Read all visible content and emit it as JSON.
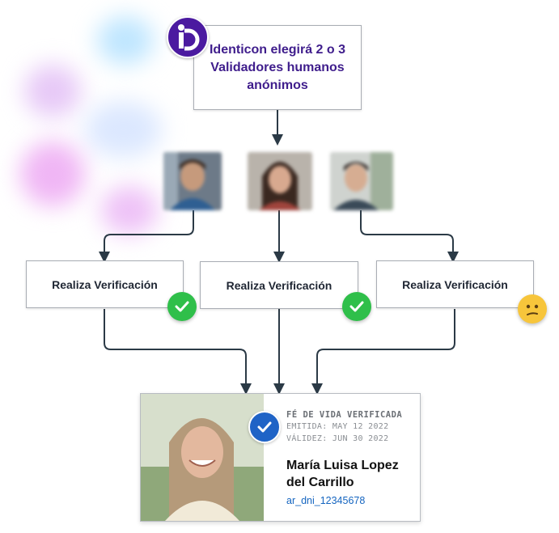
{
  "header": {
    "title": "Identicon elegirá 2 o 3\nValidadores humanos\nanónimos",
    "logo_icon": "identicon-logo-icon"
  },
  "steps": [
    {
      "label": "Realiza Verificación",
      "status": "approved",
      "badge_icon": "check-icon",
      "badge_color": "#2fbf4a"
    },
    {
      "label": "Realiza Verificación",
      "status": "approved",
      "badge_icon": "check-icon",
      "badge_color": "#2fbf4a"
    },
    {
      "label": "Realiza Verificación",
      "status": "unsure",
      "badge_icon": "confused-face-icon",
      "badge_color": "#f7c53b"
    }
  ],
  "card": {
    "heading": "FÉ DE VIDA VERIFICADA",
    "issued": "EMITIDA: MAY 12 2022",
    "valid": "VÁLIDEZ: JUN 30 2022",
    "name": "María Luisa Lopez del Carrillo",
    "id": "ar_dni_12345678",
    "verified_icon": "verified-check-icon"
  },
  "colors": {
    "accent_purple": "#3f1d8c",
    "link_blue": "#1565c0",
    "connector": "#2b3a46"
  }
}
